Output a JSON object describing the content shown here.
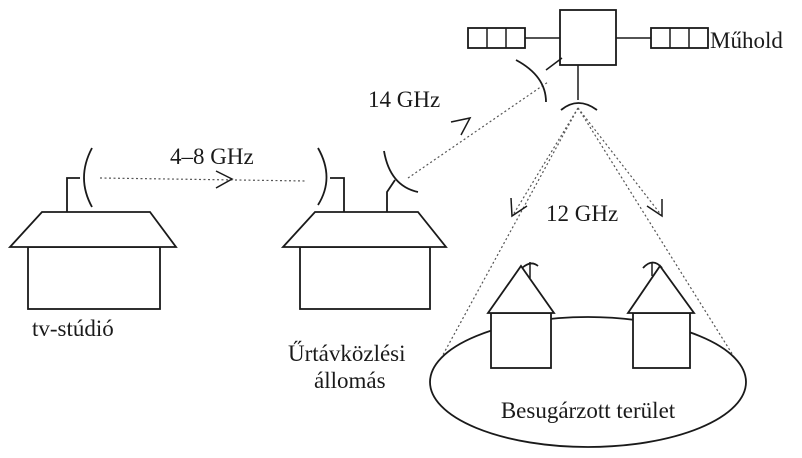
{
  "labels": {
    "satellite": "Műhold",
    "uplink_freq": "14 GHz",
    "link_freq": "4–8 GHz",
    "downlink_freq": "12 GHz",
    "studio": "tv-stúdió",
    "station_line1": "Űrtávközlési",
    "station_line2": "állomás",
    "area": "Besugárzott terület"
  },
  "colors": {
    "ink": "#1a1a1a",
    "beam": "#555555",
    "background": "#ffffff"
  }
}
